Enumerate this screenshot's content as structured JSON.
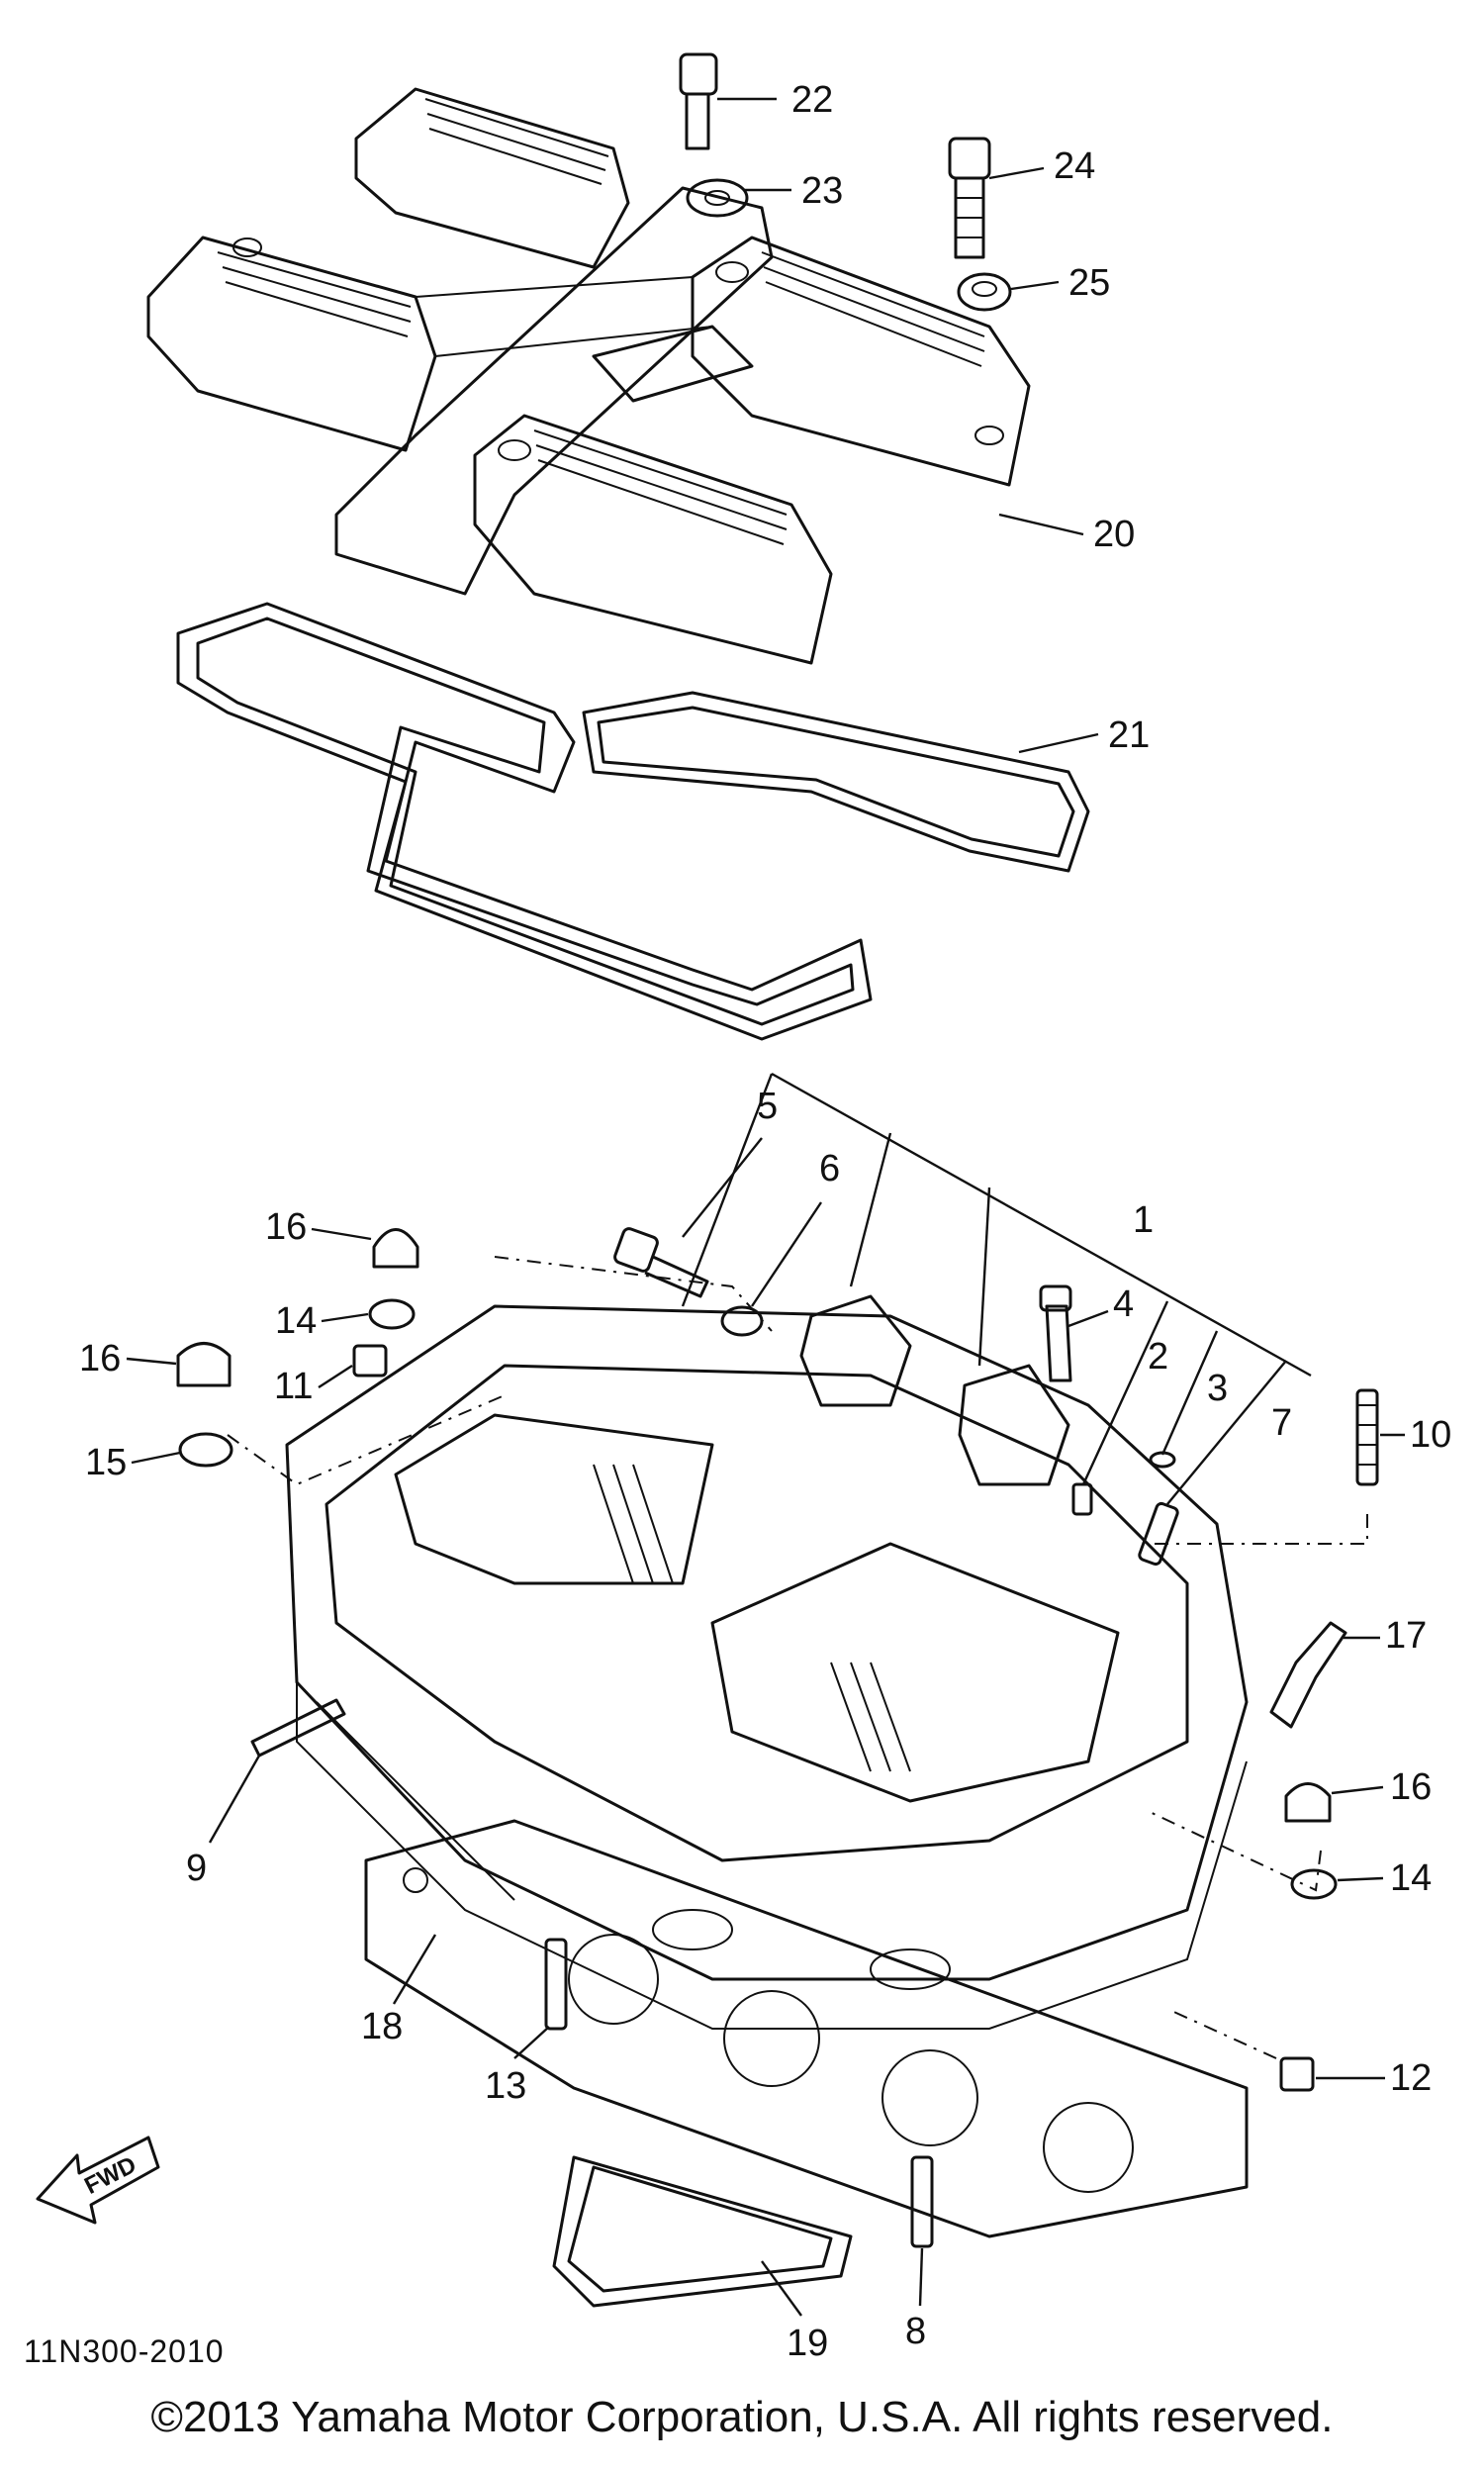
{
  "diagram": {
    "reference_code": "11N300-2010",
    "direction_label": "FWD",
    "callouts": [
      {
        "id": "c22",
        "label": "22"
      },
      {
        "id": "c23",
        "label": "23"
      },
      {
        "id": "c24",
        "label": "24"
      },
      {
        "id": "c25",
        "label": "25"
      },
      {
        "id": "c20",
        "label": "20"
      },
      {
        "id": "c21",
        "label": "21"
      },
      {
        "id": "c5",
        "label": "5"
      },
      {
        "id": "c6",
        "label": "6"
      },
      {
        "id": "c1",
        "label": "1"
      },
      {
        "id": "c4",
        "label": "4"
      },
      {
        "id": "c2",
        "label": "2"
      },
      {
        "id": "c3",
        "label": "3"
      },
      {
        "id": "c7",
        "label": "7"
      },
      {
        "id": "c10",
        "label": "10"
      },
      {
        "id": "c16a",
        "label": "16"
      },
      {
        "id": "c14a",
        "label": "14"
      },
      {
        "id": "c16b",
        "label": "16"
      },
      {
        "id": "c11",
        "label": "11"
      },
      {
        "id": "c15",
        "label": "15"
      },
      {
        "id": "c17",
        "label": "17"
      },
      {
        "id": "c16c",
        "label": "16"
      },
      {
        "id": "c14b",
        "label": "14"
      },
      {
        "id": "c9",
        "label": "9"
      },
      {
        "id": "c18",
        "label": "18"
      },
      {
        "id": "c13",
        "label": "13"
      },
      {
        "id": "c12",
        "label": "12"
      },
      {
        "id": "c8",
        "label": "8"
      },
      {
        "id": "c19",
        "label": "19"
      }
    ]
  },
  "footer": {
    "copyright": "©2013 Yamaha Motor Corporation, U.S.A. All rights reserved."
  }
}
